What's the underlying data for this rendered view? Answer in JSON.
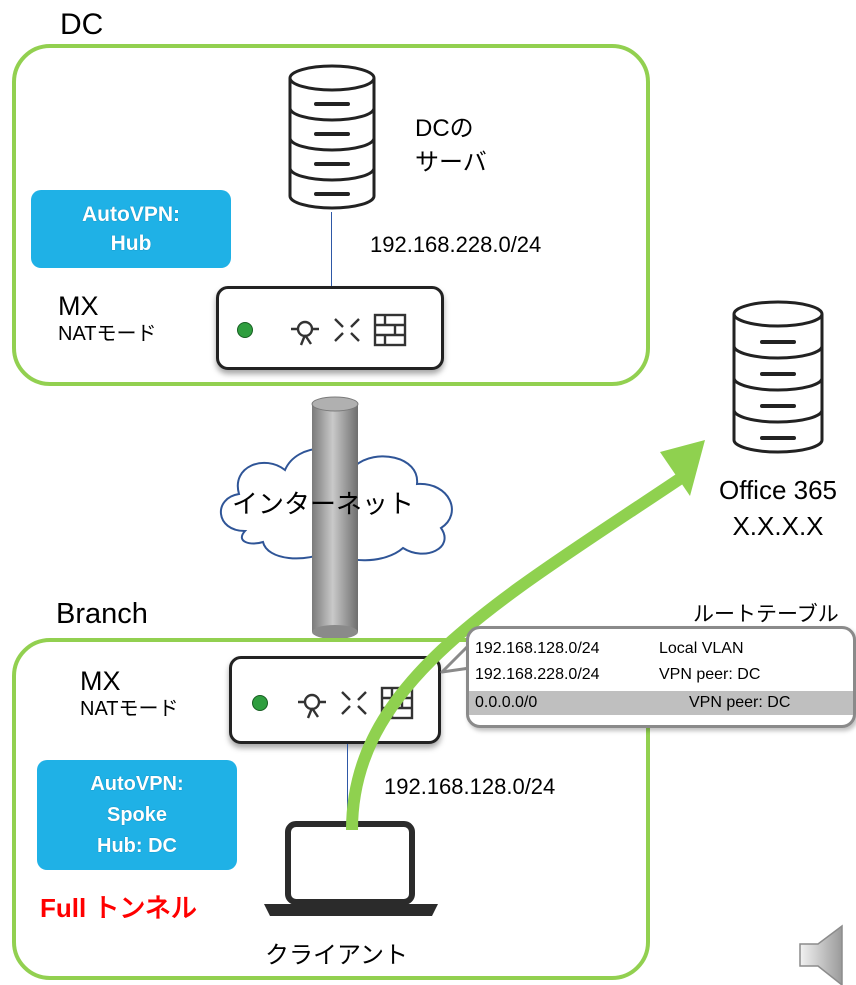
{
  "dc": {
    "title": "DC",
    "server_label_line1": "DCの",
    "server_label_line2": "サーバ",
    "badge_line1": "AutoVPN:",
    "badge_line2": "Hub",
    "mx_line1": "MX",
    "mx_line2": "NATモード",
    "subnet": "192.168.228.0/24"
  },
  "internet": {
    "label": "インターネット"
  },
  "office365": {
    "name": "Office 365",
    "address": "X.X.X.X"
  },
  "branch": {
    "title": "Branch",
    "mx_line1": "MX",
    "mx_line2": "NATモード",
    "badge_line1": "AutoVPN:",
    "badge_line2": "Spoke",
    "badge_line3": "Hub: DC",
    "full_tunnel": "Full トンネル",
    "subnet": "192.168.128.0/24",
    "client_label": "クライアント"
  },
  "route_table": {
    "title": "ルートテーブル",
    "rows": [
      {
        "network": "192.168.128.0/24",
        "destination": "Local VLAN"
      },
      {
        "network": "192.168.228.0/24",
        "destination": "VPN peer: DC"
      },
      {
        "network": "0.0.0.0/0",
        "destination": "VPN peer: DC"
      }
    ]
  },
  "colors": {
    "site_border": "#92d050",
    "badge_bg": "#1fb1e6",
    "arrow": "#8fd14f",
    "full_tunnel_text": "#ff0000",
    "route_highlight": "#bfbfbf"
  },
  "icons": [
    "database-icon",
    "mx-appliance-icon",
    "cloud-icon",
    "laptop-icon",
    "speaker-icon"
  ]
}
